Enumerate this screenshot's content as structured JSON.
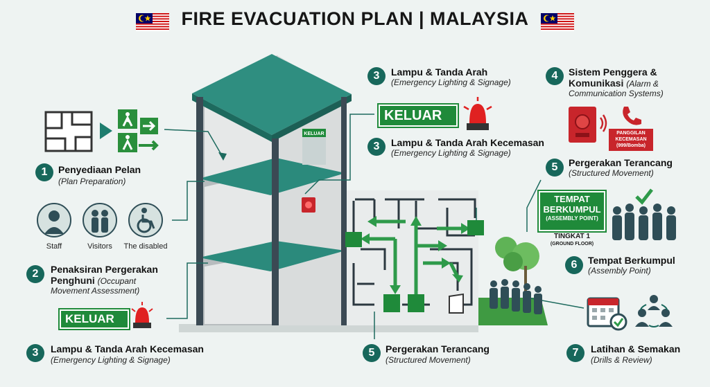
{
  "title": "FIRE EVACUATION PLAN | MALAYSIA",
  "flag_colors": {
    "red": "#cc0001",
    "white": "#ffffff",
    "blue": "#010066",
    "yellow": "#ffcc00"
  },
  "accent": "#17675b",
  "steps": [
    {
      "num": "1",
      "label": "Penyediaan Pelan",
      "sub": "(Plan Preparation)"
    },
    {
      "num": "2",
      "label": "Penaksiran Pergerakan Penghuni",
      "sub": "(Occupant Movement Assessment)",
      "label_a": "Penaksiran Pergerakan",
      "label_b": "Penghuni",
      "sub_a": "(Occupant",
      "sub_b": "Movement Assessment)"
    },
    {
      "num": "3",
      "label": "Lampu & Tanda Arah Kecemasan",
      "sub": "(Emergency Lighting & Signage)"
    },
    {
      "num": "3",
      "label": "Lampu & Tanda Arah",
      "sub": "(Emergency Lighting & Signage)"
    },
    {
      "num": "3",
      "label": "Lampu & Tanda Arah Kecemasan",
      "sub": "(Emergency Lighting & Signage)"
    },
    {
      "num": "4",
      "label_a": "Sistem Penggera &",
      "label_b": "Komunikasi",
      "sub_a": "(Alarm &",
      "sub_b": "Communication Systems)"
    },
    {
      "num": "5",
      "label": "Pergerakan Terancang",
      "sub": "(Structured Movement)"
    },
    {
      "num": "5",
      "label": "Pergerakan Terancang",
      "sub": "(Structured Movement)"
    },
    {
      "num": "6",
      "label": "Tempat Berkumpul",
      "sub": "(Assembly Point)"
    },
    {
      "num": "7",
      "label": "Latihan & Semakan",
      "sub": "(Drills & Review)"
    }
  ],
  "occupants": [
    "Staff",
    "Visitors",
    "The disabled"
  ],
  "signs": {
    "keluar": "KELUAR",
    "keluar_small": "KELUAR",
    "emergency_call_a": "PANGGILAN",
    "emergency_call_b": "KECEMASAN",
    "emergency_call_c": "(999/Bomba)",
    "assembly_a": "TEMPAT",
    "assembly_b": "BERKUMPUL",
    "assembly_c": "(ASSEMBLY POINT)",
    "floor_a": "TINGKAT 1",
    "floor_b": "(GROUND FLOOR)"
  },
  "icons": [
    "floor-plan-icon",
    "exit-sign-icon",
    "staff-icon",
    "visitors-icon",
    "wheelchair-icon",
    "beacon-icon",
    "fire-alarm-icon",
    "phone-icon",
    "calendar-icon",
    "team-icon",
    "checkmark-icon",
    "tree-icon",
    "people-group-icon"
  ]
}
